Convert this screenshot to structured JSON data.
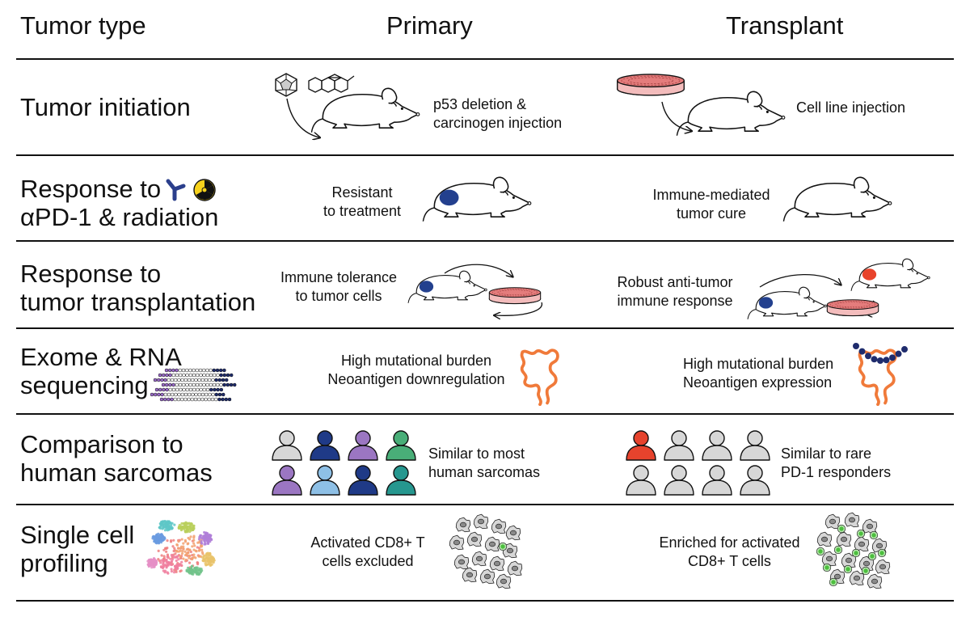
{
  "header": {
    "col1": "Tumor type",
    "col2": "Primary",
    "col3": "Transplant"
  },
  "rows": [
    {
      "label_lines": [
        "Tumor initiation"
      ],
      "primary_lines": [
        "p53 deletion &",
        "carcinogen injection"
      ],
      "transplant_lines": [
        "Cell line injection"
      ]
    },
    {
      "label_lines": [
        "Response to",
        "αPD-1 & radiation"
      ],
      "primary_lines": [
        "Resistant",
        "to treatment"
      ],
      "transplant_lines": [
        "Immune-mediated",
        "tumor cure"
      ]
    },
    {
      "label_lines": [
        "Response to",
        "tumor transplantation"
      ],
      "primary_lines": [
        "Immune tolerance",
        "to tumor cells"
      ],
      "transplant_lines": [
        "Robust anti-tumor",
        "immune response"
      ]
    },
    {
      "label_lines": [
        "Exome & RNA",
        "sequencing"
      ],
      "primary_lines": [
        "High mutational burden",
        "Neoantigen downregulation"
      ],
      "transplant_lines": [
        "High mutational burden",
        "Neoantigen expression"
      ]
    },
    {
      "label_lines": [
        "Comparison to",
        "human sarcomas"
      ],
      "primary_lines": [
        "Similar to most",
        "human sarcomas"
      ],
      "transplant_lines": [
        "Similar to rare",
        "PD-1 responders"
      ]
    },
    {
      "label_lines": [
        "Single cell",
        "profiling"
      ],
      "primary_lines": [
        "Activated CD8+ T",
        "cells excluded"
      ],
      "transplant_lines": [
        "Enriched for activated",
        "CD8+ T cells"
      ]
    }
  ],
  "icons": {
    "antibody": "antibody-icon",
    "radiation": "radiation-icon",
    "mouse": "mouse-icon",
    "dish": "petri-dish-icon",
    "crystal": "virus-particle-icon",
    "molecule": "carcinogen-molecule-icon",
    "sequence_reads": "sequencing-reads-icon",
    "intestine": "intestine-icon",
    "person": "person-icon",
    "tsne": "tsne-cluster-icon",
    "cells": "cell-cluster-icon"
  },
  "colors": {
    "line": "#111111",
    "tumor_blue": "#23408e",
    "tumor_red": "#e8432b",
    "gut_orange": "#f07a3a",
    "dish_pink": "#e47c7c",
    "cd8_green": "#4cbf3e",
    "cell_gray": "#d5d5d5",
    "antibody_blue": "#2b3f8c",
    "radiation_yellow": "#f7d21c"
  },
  "primary_people_colors": [
    "#d7d7d7",
    "#1f3a87",
    "#9b76c2",
    "#49ae78",
    "#9b76c2",
    "#8ec0e6",
    "#1f3a87",
    "#26978f"
  ],
  "transplant_people_colors": [
    "#e6432d",
    "#d7d7d7",
    "#d7d7d7",
    "#d7d7d7",
    "#d7d7d7",
    "#d7d7d7",
    "#d7d7d7",
    "#d7d7d7"
  ]
}
